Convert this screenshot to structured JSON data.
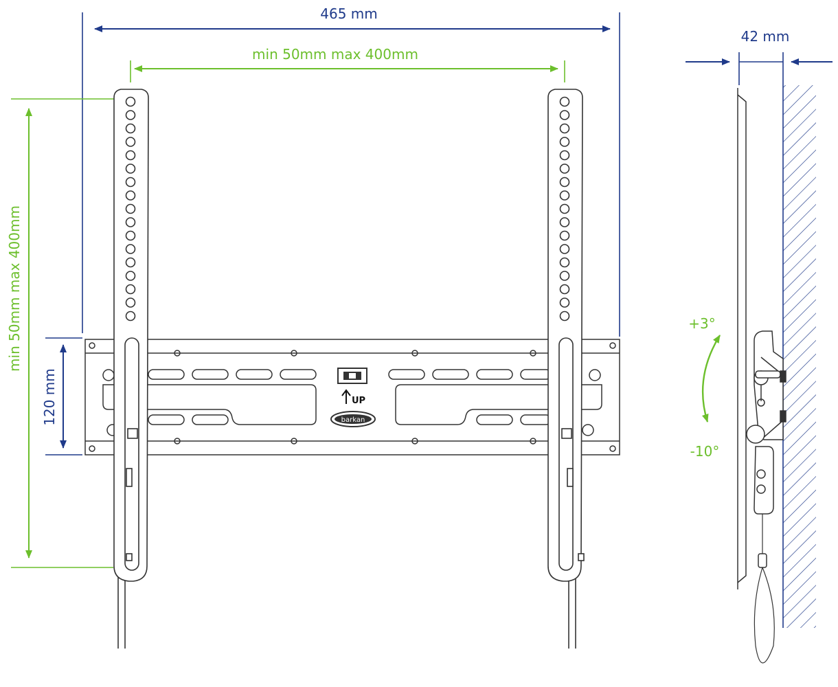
{
  "dimensions": {
    "overall_width": "465 mm",
    "vesa_horizontal": "min 50mm max 400mm",
    "vesa_vertical": "min 50mm max 400mm",
    "rail_height": "120 mm",
    "depth": "42 mm"
  },
  "tilt": {
    "up": "+3°",
    "down": "-10°"
  },
  "plate": {
    "up_label": "UP",
    "brand": "barkan"
  },
  "colors": {
    "blue": "#1f3a8a",
    "green": "#6cbf2c",
    "line": "#333333"
  }
}
